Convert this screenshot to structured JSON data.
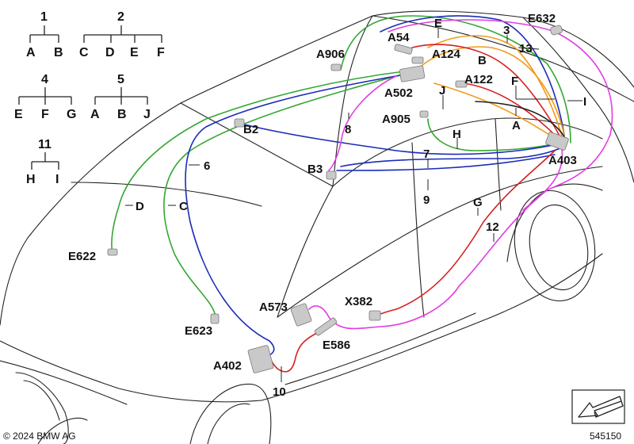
{
  "copyright": "© 2024 BMW AG",
  "diagram_number": "545150",
  "colors": {
    "green": "#33a833",
    "blue": "#1a2bb8",
    "magenta": "#e23ce2",
    "orange": "#f29a1a",
    "red": "#d62020",
    "outline": "#222222"
  },
  "trees": [
    {
      "root": "1",
      "children": [
        "A",
        "B"
      ]
    },
    {
      "root": "2",
      "children": [
        "C",
        "D",
        "E",
        "F"
      ]
    },
    {
      "root": "4",
      "children": [
        "E",
        "F",
        "G"
      ]
    },
    {
      "root": "5",
      "children": [
        "A",
        "B",
        "J"
      ]
    },
    {
      "root": "11",
      "children": [
        "H",
        "I"
      ]
    }
  ],
  "labels": {
    "E632": "E632",
    "A54": "A54",
    "E_top": "E",
    "n3": "3",
    "n13": "13",
    "A906": "A906",
    "A124": "A124",
    "B_top": "B",
    "A122": "A122",
    "F_right": "F",
    "I_right": "I",
    "A502": "A502",
    "J": "J",
    "n8": "8",
    "A905": "A905",
    "A_right": "A",
    "B2": "B2",
    "H": "H",
    "n7": "7",
    "A403": "A403",
    "n6": "6",
    "B3": "B3",
    "n9": "9",
    "G": "G",
    "D": "D",
    "C": "C",
    "n12": "12",
    "E622": "E622",
    "A573": "A573",
    "X382": "X382",
    "E623": "E623",
    "E586": "E586",
    "A402": "A402",
    "n10": "10"
  },
  "icons": [
    "arrow-view-icon"
  ]
}
